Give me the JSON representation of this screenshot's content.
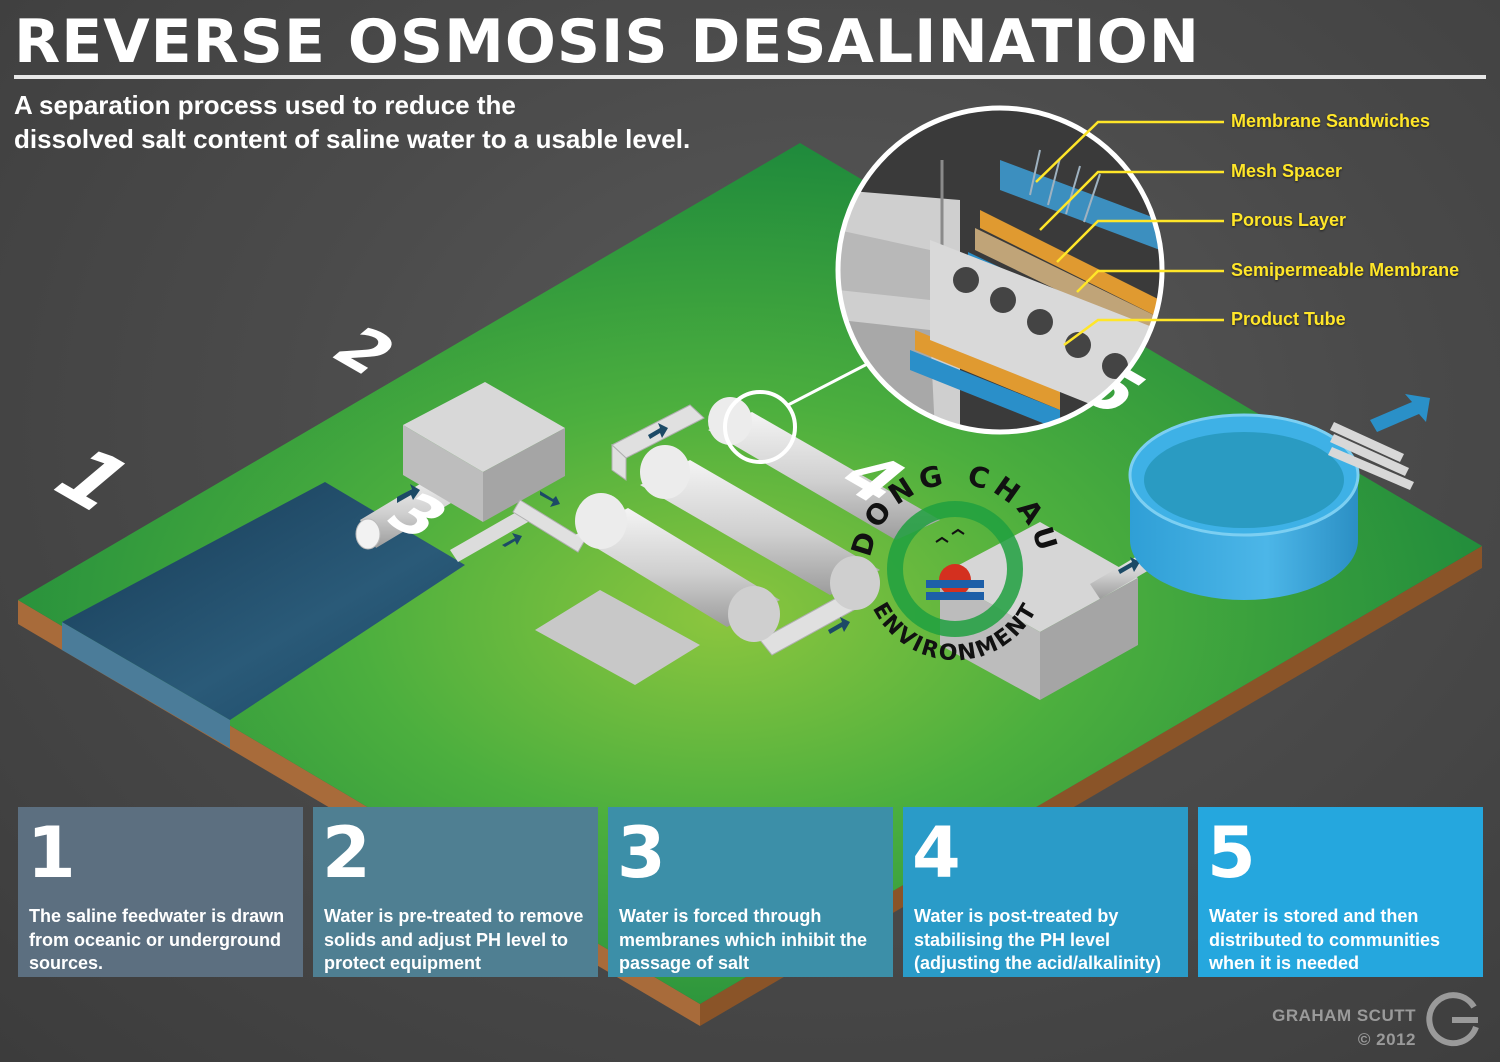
{
  "header": {
    "title": "REVERSE OSMOSIS DESALINATION",
    "subtitle_line1": "A separation process used to reduce the",
    "subtitle_line2": "dissolved salt content of saline water to a usable level."
  },
  "diagram": {
    "stage_markers": [
      "1",
      "2",
      "3",
      "4",
      "5"
    ]
  },
  "callouts": [
    {
      "label": "Membrane Sandwiches"
    },
    {
      "label": "Mesh Spacer"
    },
    {
      "label": "Porous Layer"
    },
    {
      "label": "Semipermeable Membrane"
    },
    {
      "label": "Product Tube"
    }
  ],
  "steps": [
    {
      "number": "1",
      "text": "The saline feedwater is drawn from oceanic or underground sources.",
      "color": "#5c6f80"
    },
    {
      "number": "2",
      "text": "Water is pre-treated to remove solids and adjust PH level to protect equipment",
      "color": "#4f7f92"
    },
    {
      "number": "3",
      "text": "Water is forced through membranes which inhibit the passage of salt",
      "color": "#3c8fa8"
    },
    {
      "number": "4",
      "text": "Water is post-treated by stabilising the PH level (adjusting the acid/alkalinity)",
      "color": "#2a9bc8"
    },
    {
      "number": "5",
      "text": "Water is stored and then distributed to communities when it is needed",
      "color": "#25a7de"
    }
  ],
  "watermark": {
    "top_text": "DONG CHAU",
    "bottom_text": "ENVIRONMENT"
  },
  "credit": {
    "name": "GRAHAM SCUTT",
    "year": "© 2012"
  },
  "colors": {
    "ground": "#2e9a3a",
    "soil": "#a86b3a",
    "water": "#1d4d6e",
    "tank": "#3aa9e0",
    "callout": "#ffe629"
  }
}
